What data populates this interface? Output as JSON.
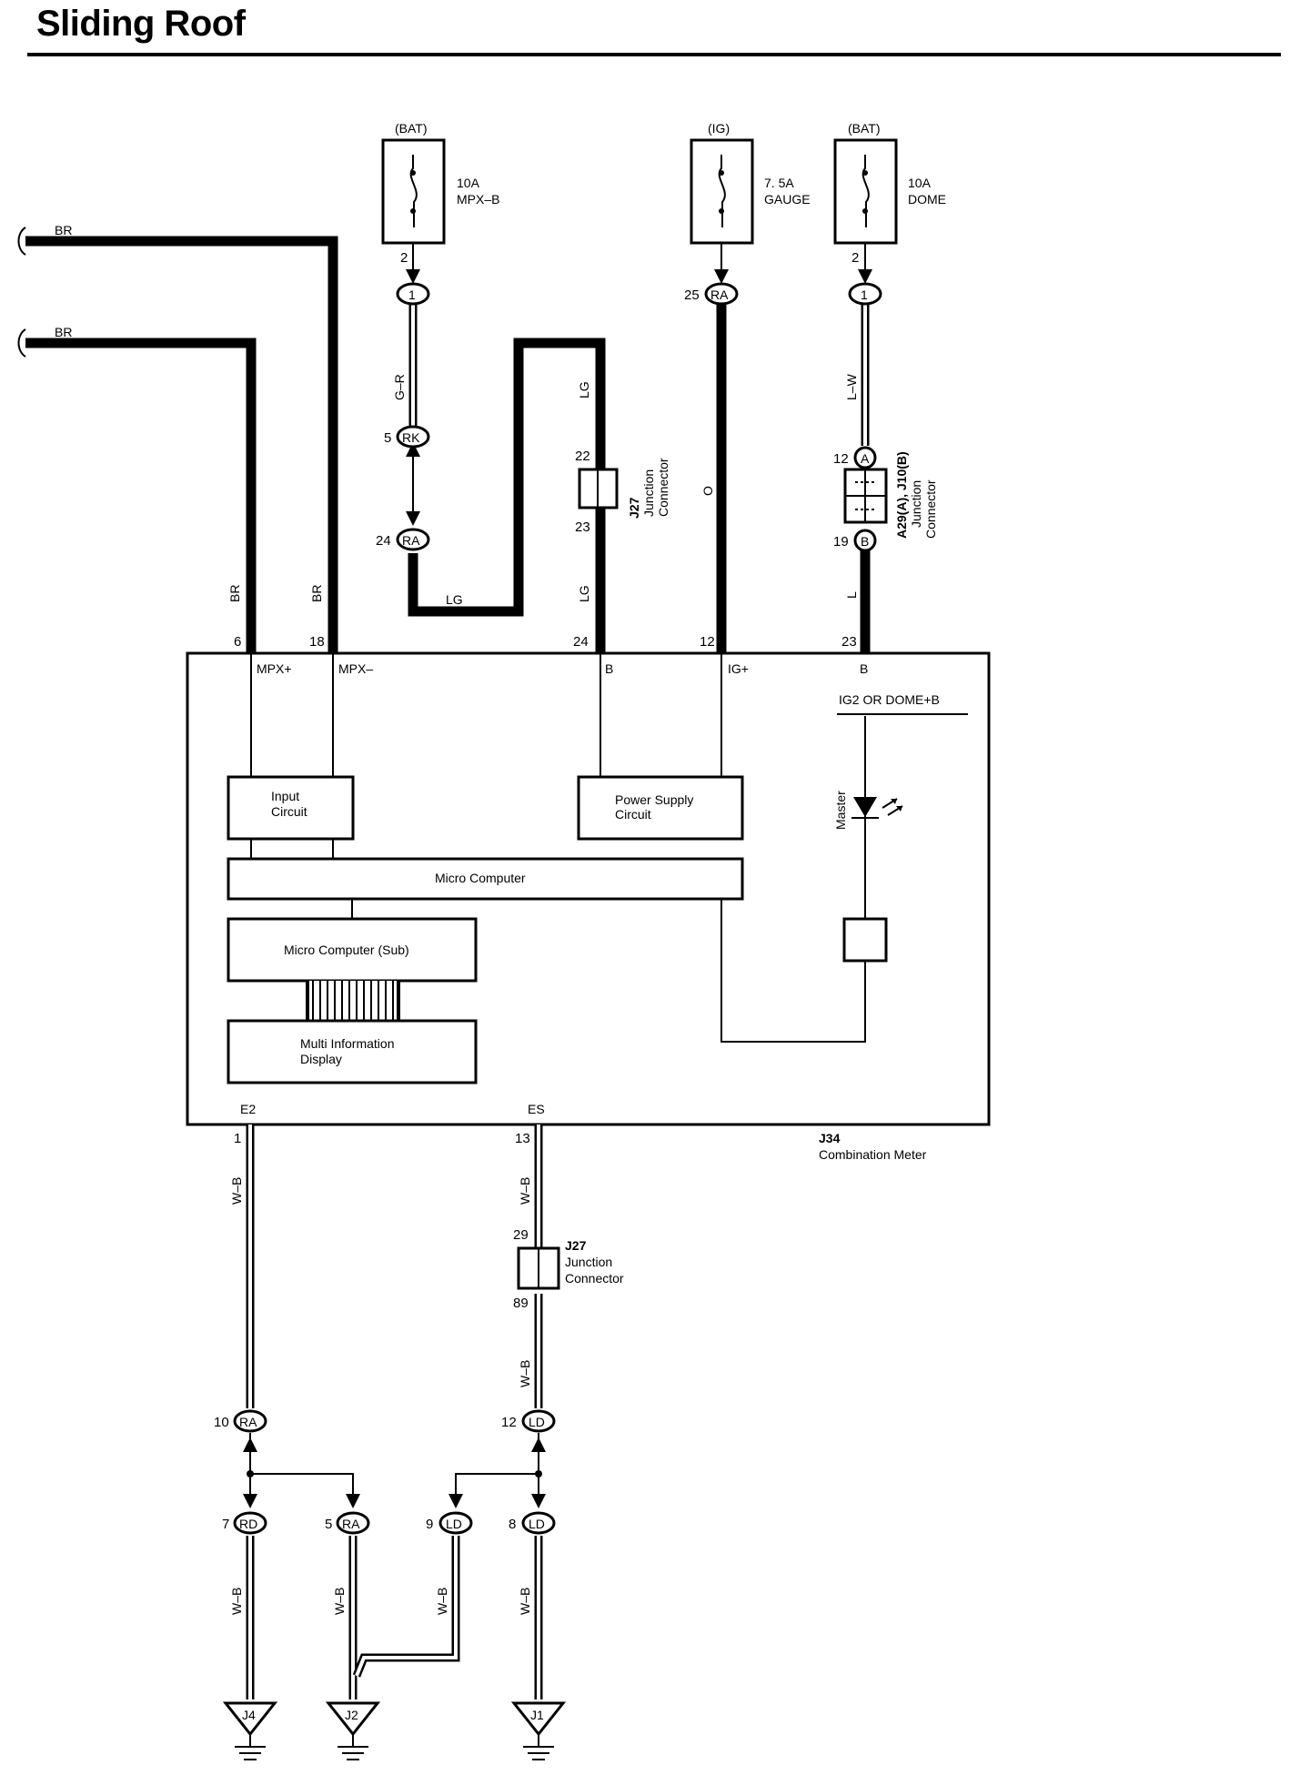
{
  "title": "Sliding Roof",
  "fuses": [
    {
      "source": "(BAT)",
      "rating": "10A",
      "name": "MPX–B",
      "pin": "2"
    },
    {
      "source": "(IG)",
      "rating": "7. 5A",
      "name": "GAUGE",
      "pin": ""
    },
    {
      "source": "(BAT)",
      "rating": "10A",
      "name": "DOME",
      "pin": "2"
    }
  ],
  "connectors": {
    "c1_top": {
      "pin": "",
      "code": "1"
    },
    "rk": {
      "pin": "5",
      "code": "RK"
    },
    "ra24": {
      "pin": "24",
      "code": "RA"
    },
    "ra25": {
      "pin": "25",
      "code": "RA"
    },
    "c1_dome": {
      "pin": "",
      "code": "1"
    },
    "a12": {
      "pin": "12",
      "code": "A"
    },
    "b19": {
      "pin": "19",
      "code": "B"
    },
    "ra10": {
      "pin": "10",
      "code": "RA"
    },
    "ld12": {
      "pin": "12",
      "code": "LD"
    },
    "rd7": {
      "pin": "7",
      "code": "RD"
    },
    "ra5": {
      "pin": "5",
      "code": "RA"
    },
    "ld9": {
      "pin": "9",
      "code": "LD"
    },
    "ld8": {
      "pin": "8",
      "code": "LD"
    }
  },
  "wires": {
    "br1": "BR",
    "br2": "BR",
    "br3": "BR",
    "br4": "BR",
    "gr": "G–R",
    "lg1": "LG",
    "lg2": "LG",
    "lg3": "LG",
    "o": "O",
    "lw": "L–W",
    "l": "L",
    "wb1": "W–B",
    "wb2": "W–B",
    "wb3": "W–B",
    "wb4": "W–B",
    "wb5": "W–B",
    "wb6": "W–B",
    "wb7": "W–B"
  },
  "junction_top": {
    "id": "J27",
    "line1": "Junction",
    "line2": "Connector",
    "pin_top": "22",
    "pin_bottom": "23"
  },
  "junction_dome": {
    "id": "A29(A), J10(B)",
    "line1": "Junction",
    "line2": "Connector"
  },
  "junction_bottom": {
    "id": "J27",
    "line1": "Junction",
    "line2": "Connector",
    "pin_top": "29",
    "pin_bottom": "89"
  },
  "meter": {
    "id": "J34",
    "name": "Combination Meter",
    "pins_top": [
      "6",
      "18",
      "24",
      "12",
      "23"
    ],
    "terminals_top": [
      "MPX+",
      "MPX–",
      "B",
      "IG+",
      "B"
    ],
    "pins_bottom": [
      "1",
      "13"
    ],
    "terminals_bottom": [
      "E2",
      "ES"
    ],
    "ig2_label": "IG2 OR DOME+B",
    "master_label": "Master",
    "blocks": {
      "input": [
        "Input",
        "Circuit"
      ],
      "power": [
        "Power Supply",
        "Circuit"
      ],
      "micro": "Micro Computer",
      "micro_sub": "Micro Computer (Sub)",
      "mid": [
        "Multi Information",
        "Display"
      ]
    }
  },
  "grounds": [
    "J4",
    "J2",
    "J1"
  ]
}
